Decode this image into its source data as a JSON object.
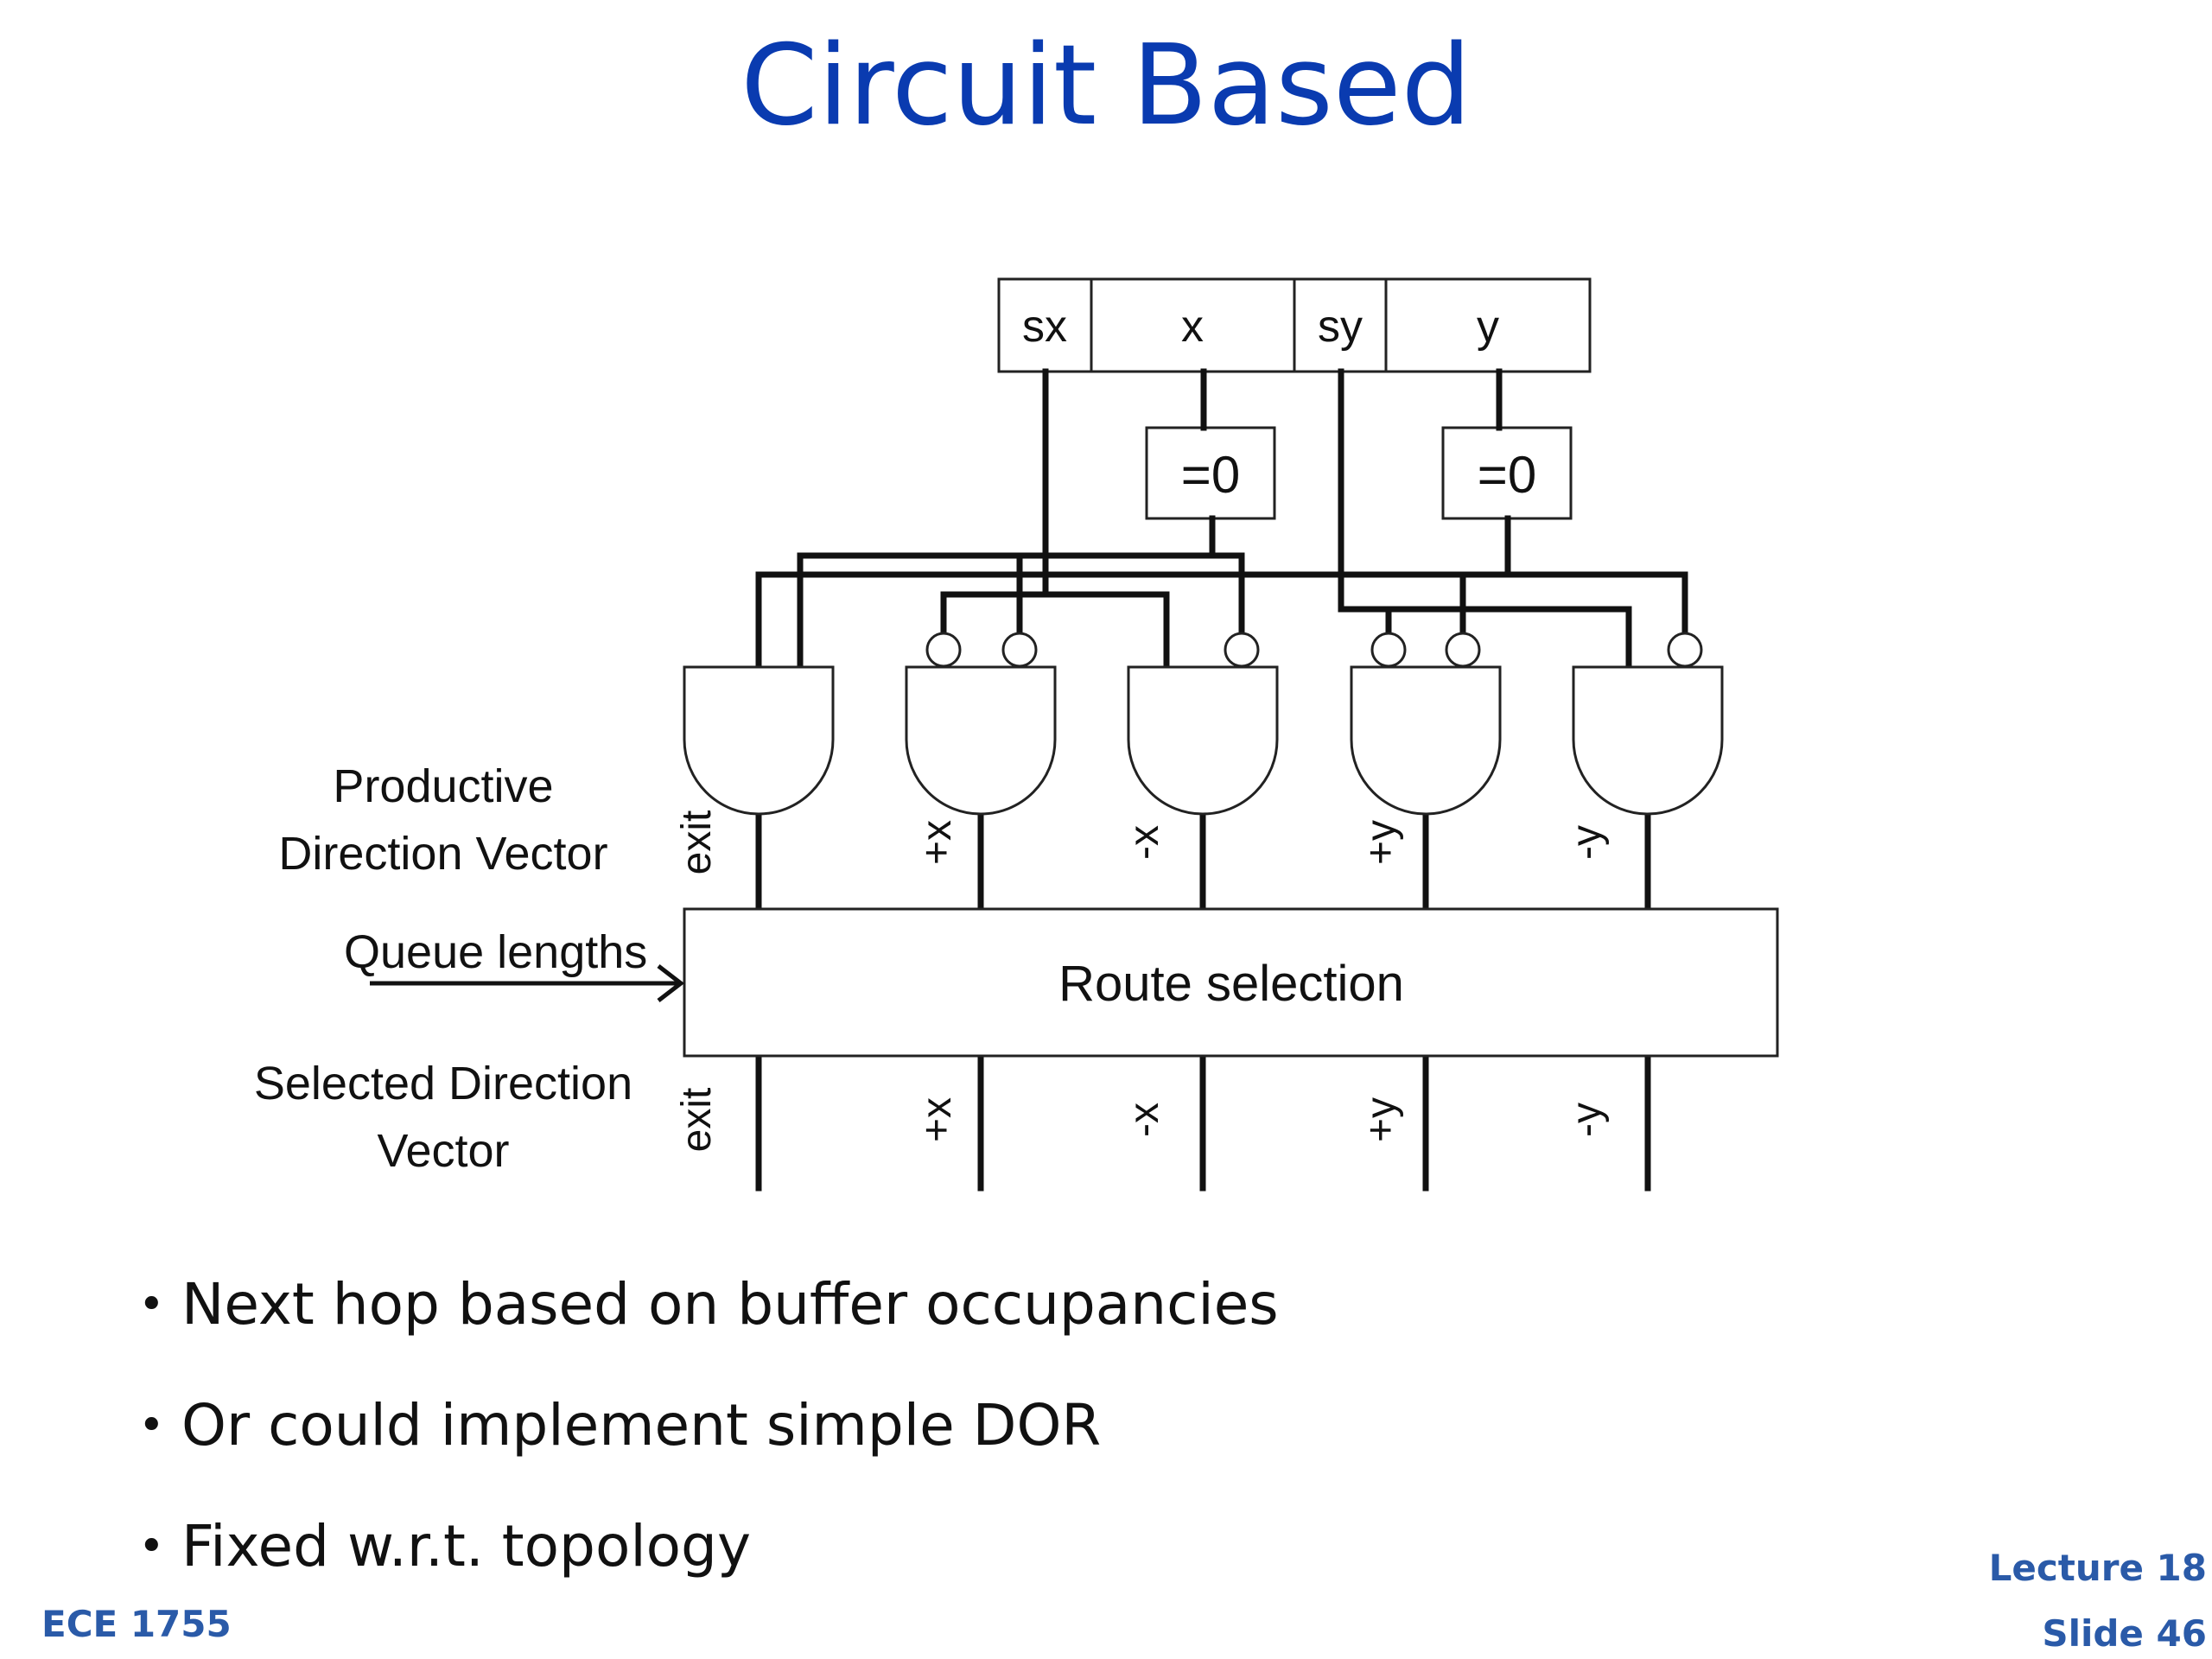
{
  "slide": {
    "title": "Circuit Based",
    "bullets": [
      "Next hop based on buffer occupancies",
      "Or could implement simple DOR",
      "Fixed w.r.t. topology"
    ],
    "footer": {
      "course": "ECE 1755",
      "lecture": "Lecture 18",
      "slide": "Slide 46"
    }
  },
  "diagram": {
    "register_fields": [
      "sx",
      "x",
      "sy",
      "y"
    ],
    "zero_detect_label": "=0",
    "left_labels": {
      "productive_line1": "Productive",
      "productive_line2": "Direction Vector",
      "queue_lengths": "Queue lengths",
      "selected_line1": "Selected Direction",
      "selected_line2": "Vector"
    },
    "route_selection_label": "Route selection",
    "direction_labels": [
      "exit",
      "+x",
      "-x",
      "+y",
      "-y"
    ]
  }
}
